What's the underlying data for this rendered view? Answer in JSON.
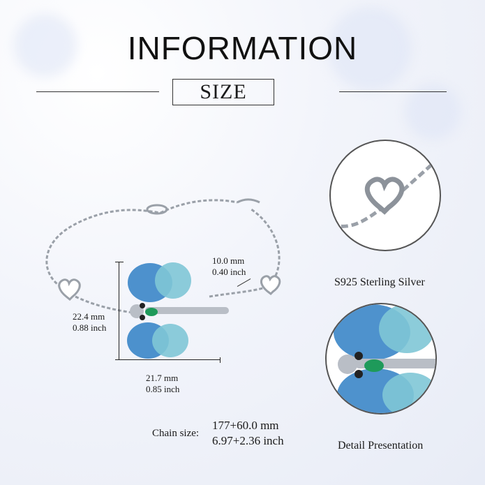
{
  "header": {
    "title": "INFORMATION",
    "subtitle": "SIZE"
  },
  "dimensions": {
    "clasp": {
      "mm": "10.0 mm",
      "inch": "0.40 inch"
    },
    "height": {
      "mm": "22.4 mm",
      "inch": "0.88 inch"
    },
    "width": {
      "mm": "21.7 mm",
      "inch": "0.85 inch"
    }
  },
  "chain": {
    "label": "Chain size:",
    "mm": "177+60.0 mm",
    "inch": "6.97+2.36 inch"
  },
  "details": {
    "material_caption": "S925 Sterling Silver",
    "detail_caption": "Detail Presentation"
  },
  "colors": {
    "wing_blue": "#2f7fc4",
    "wing_teal": "#7fc6d6",
    "gem_green": "#1e9a5a",
    "silver": "#b9bec6"
  }
}
